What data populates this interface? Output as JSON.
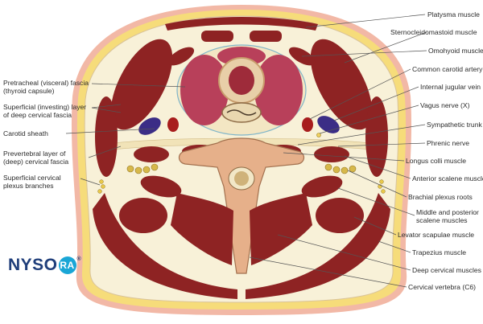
{
  "logo": {
    "left": "NYSO",
    "circle": "RA",
    "reg": "®"
  },
  "labels_right": [
    "Platysma muscle",
    "Sternocleidomastoid muscle",
    "Omohyoid muscle",
    "Common carotid artery",
    "Internal jugular vein",
    "Vagus nerve (X)",
    "Sympathetic trunk",
    "Phrenic nerve",
    "Longus colli muscle",
    "Anterior scalene muscle",
    "Brachial plexus roots",
    "Middle and posterior",
    "scalene muscles",
    "Levator scapulae muscle",
    "Trapezius muscle",
    "Deep cervical muscles",
    "Cervical vertebra (C6)"
  ],
  "labels_left": [
    "Pretracheal (visceral) fascia",
    "(thyroid capsule)",
    "Superficial (investing) layer",
    "of deep cervical fascia",
    "Carotid sheath",
    "Prevertebral layer of",
    "(deep) cervical fascia",
    "Superficial cervical",
    "plexus branches"
  ],
  "colors": {
    "skin": "#f2b8a6",
    "fat": "#f6dc7a",
    "fascia": "#f8f1d8",
    "muscle": "#8e2323",
    "muscle_dark": "#6e1616",
    "thyroid": "#b8405a",
    "bone": "#e6b08a",
    "vein": "#3b2d86",
    "artery": "#a81d1d",
    "leader": "#555555",
    "brand": "#1f3e7a",
    "brand_circle": "#1aa6d6"
  }
}
